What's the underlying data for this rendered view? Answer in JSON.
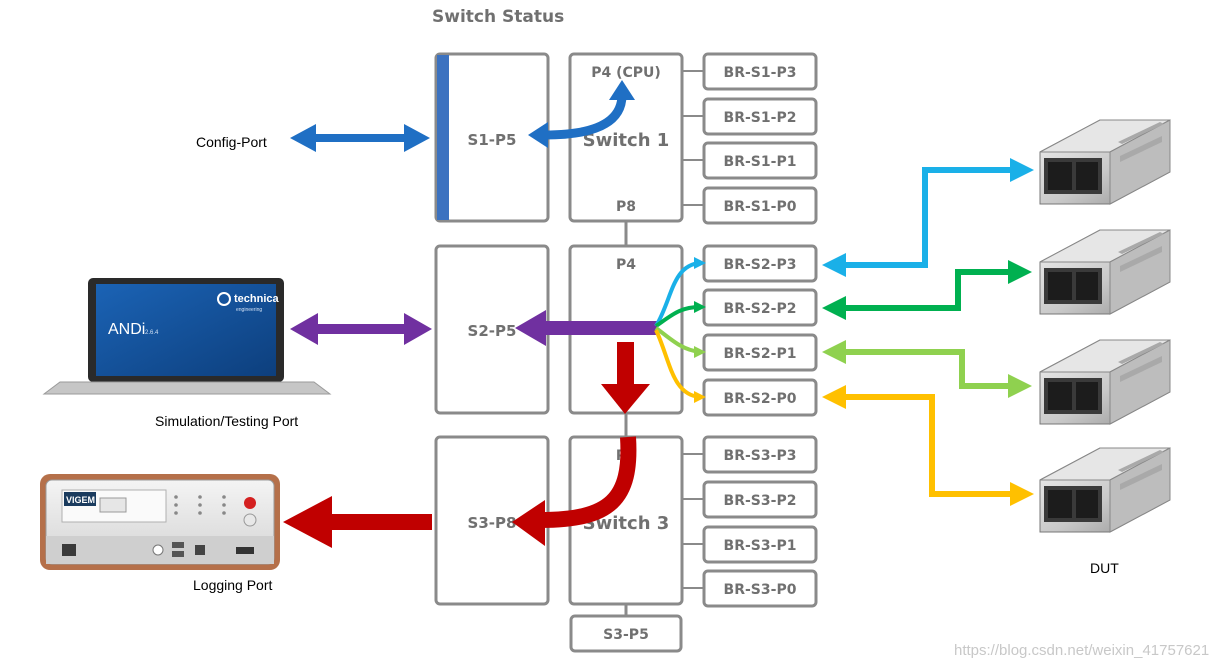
{
  "title": "Switch Status",
  "switches": {
    "s1": {
      "port_left": "S1-P5",
      "name": "Switch 1",
      "port_top": "P4 (CPU)",
      "port_bottom": "P8"
    },
    "s2": {
      "port_left": "S2-P5",
      "port_top": "P4"
    },
    "s3": {
      "port_left": "S3-P8",
      "name": "Switch 3",
      "port_top": "P",
      "port_extra": "S3-P5"
    }
  },
  "bridge_ports": {
    "s1": [
      "BR-S1-P3",
      "BR-S1-P2",
      "BR-S1-P1",
      "BR-S1-P0"
    ],
    "s2": [
      "BR-S2-P3",
      "BR-S2-P2",
      "BR-S2-P1",
      "BR-S2-P0"
    ],
    "s3": [
      "BR-S3-P3",
      "BR-S3-P2",
      "BR-S3-P1",
      "BR-S3-P0"
    ]
  },
  "external": {
    "config_port": "Config-Port",
    "simulation_port": "Simulation/Testing Port",
    "logging_port": "Logging Port",
    "dut": "DUT"
  },
  "laptop_screen": {
    "app": "ANDi",
    "version": "2.6.4",
    "brand": "technica",
    "brand_sub": "engineering"
  },
  "logger_device": {
    "brand": "VIGEM"
  },
  "watermark": "https://blog.csdn.net/weixin_41757621",
  "colors": {
    "config": "#1f6fc4",
    "simulation": "#7030a0",
    "logging": "#c00000",
    "p3": "#1ab0e8",
    "p2": "#00b050",
    "p1": "#8fd14f",
    "p0": "#ffc000",
    "box_border": "#8a8a8a",
    "s1_accent": "#3c72c0"
  }
}
